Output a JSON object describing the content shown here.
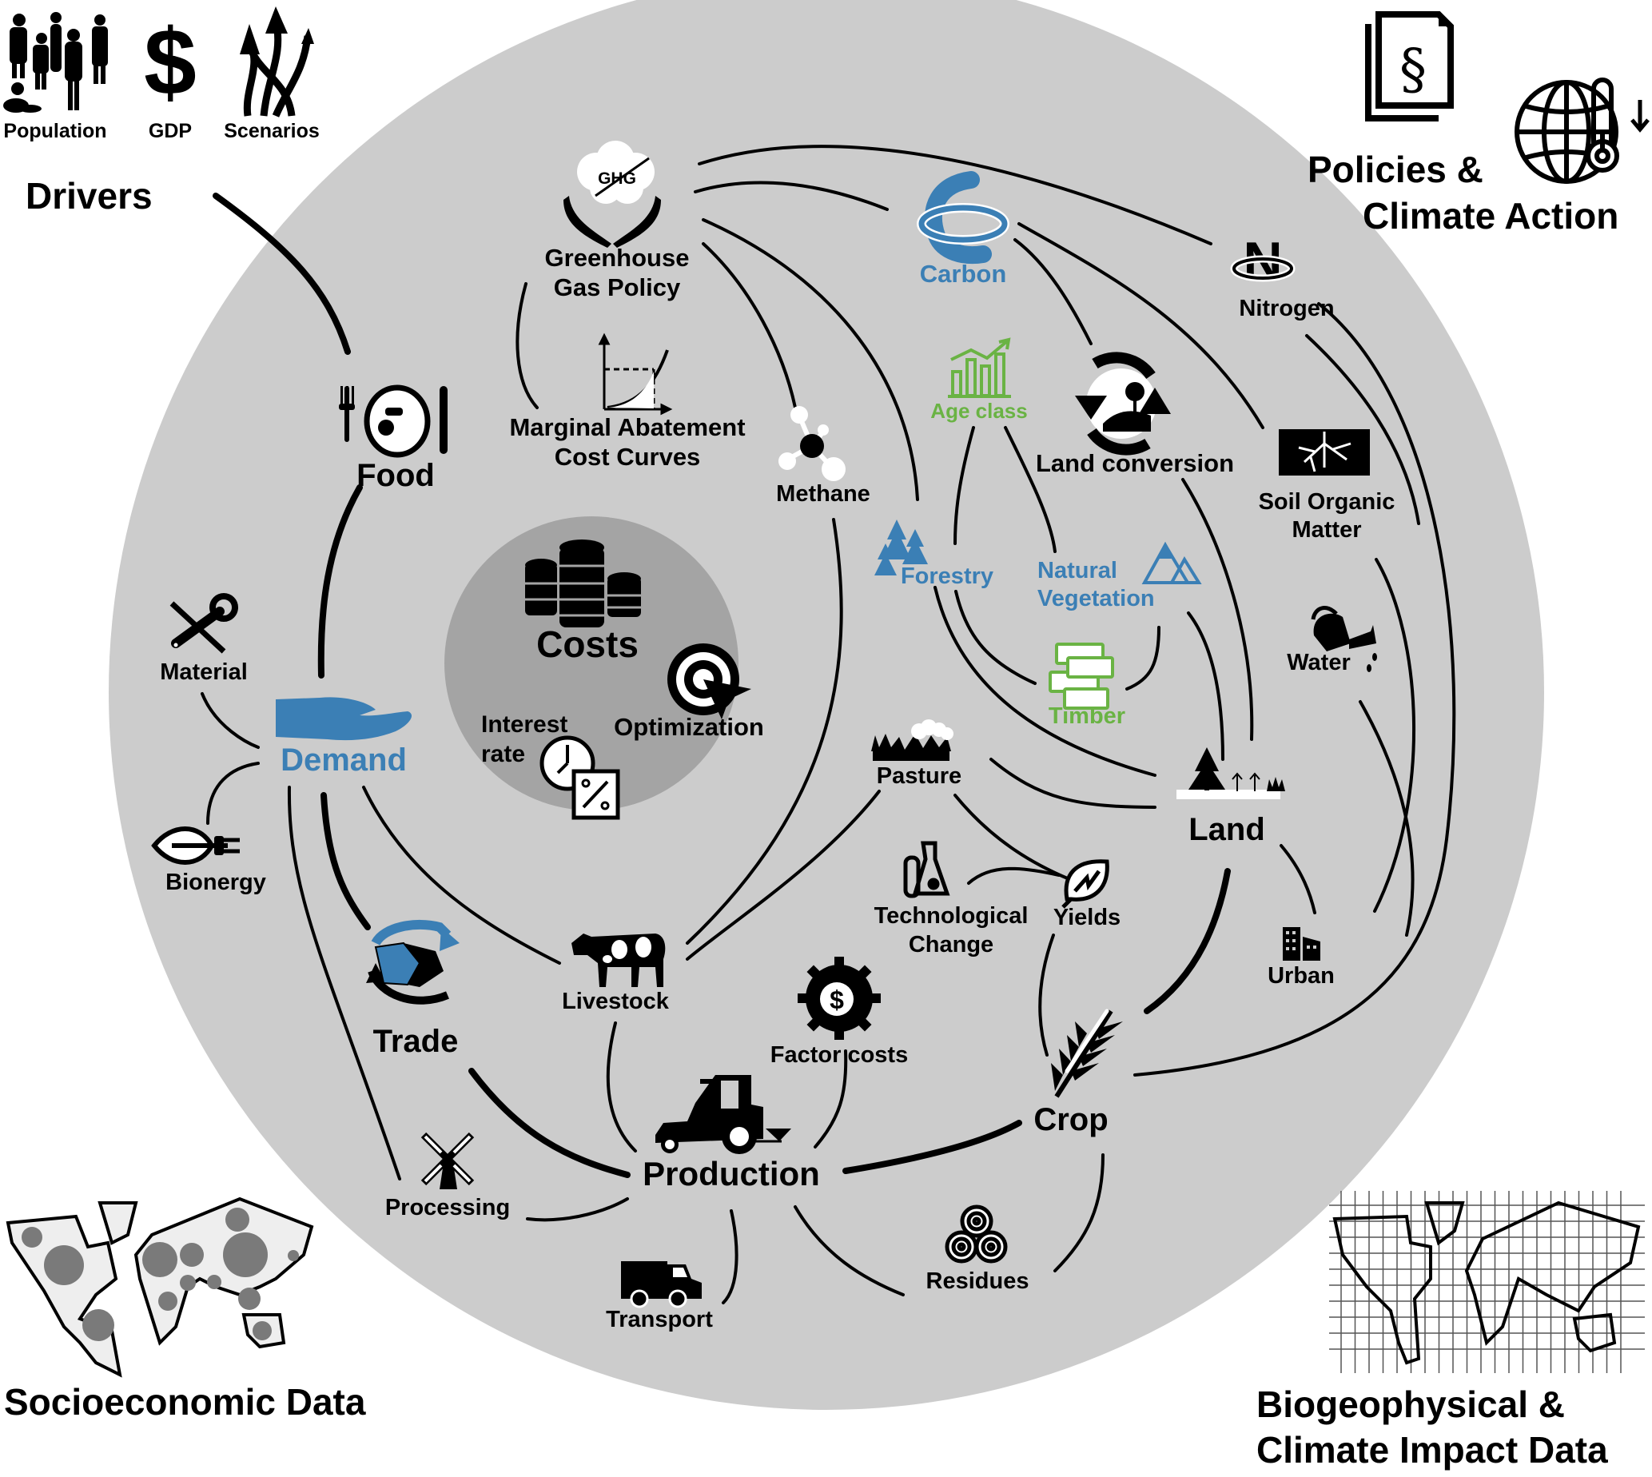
{
  "colors": {
    "outer_circle": "#cccccc",
    "inner_circle": "#a4a4a4",
    "blue": "#3b7fb5",
    "green": "#6ab344",
    "line": "#000000"
  },
  "corners": {
    "drivers": {
      "title": "Drivers",
      "items": [
        {
          "label": "Population",
          "icon": "people-icon"
        },
        {
          "label": "GDP",
          "icon": "dollar-icon"
        },
        {
          "label": "Scenarios",
          "icon": "branching-arrows-icon"
        }
      ]
    },
    "policies": {
      "title_line1": "Policies &",
      "title_line2": "Climate Action",
      "icons": [
        "legal-document-icon",
        "globe-thermometer-icon"
      ]
    },
    "socioeconomic": {
      "title": "Socioeconomic Data",
      "icon": "world-map-bubbles-icon"
    },
    "biogeophysical": {
      "title_line1": "Biogeophysical &",
      "title_line2": "Climate Impact Data",
      "icon": "world-map-grid-icon"
    }
  },
  "core": {
    "costs": "Costs",
    "optimization": "Optimization",
    "interest_line1": "Interest",
    "interest_line2": "rate"
  },
  "nodes": {
    "ghg_badge": "GHG",
    "ghg_policy_line1": "Greenhouse",
    "ghg_policy_line2": "Gas Policy",
    "carbon": "Carbon",
    "nitrogen": "Nitrogen",
    "mac_line1": "Marginal Abatement",
    "mac_line2": "Cost Curves",
    "methane": "Methane",
    "age_class": "Age class",
    "land_conversion": "Land conversion",
    "som_line1": "Soil Organic",
    "som_line2": "Matter",
    "forestry": "Forestry",
    "natveg_line1": "Natural",
    "natveg_line2": "Vegetation",
    "timber": "Timber",
    "water": "Water",
    "food": "Food",
    "material": "Material",
    "demand": "Demand",
    "bioenergy": "Bionergy",
    "pasture": "Pasture",
    "land": "Land",
    "tech_line1": "Technological",
    "tech_line2": "Change",
    "yields": "Yields",
    "urban": "Urban",
    "livestock": "Livestock",
    "trade": "Trade",
    "factor_costs": "Factor costs",
    "crop": "Crop",
    "production": "Production",
    "processing": "Processing",
    "transport": "Transport",
    "residues": "Residues"
  }
}
